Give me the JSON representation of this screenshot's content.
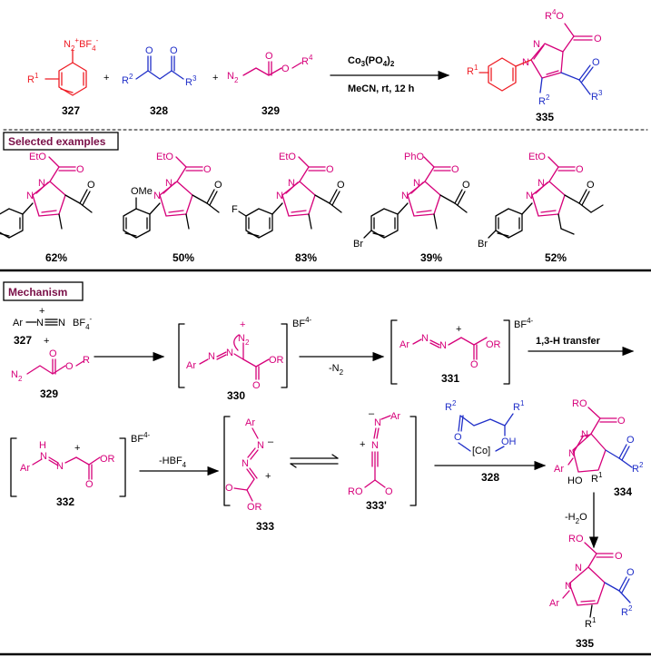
{
  "reaction": {
    "reagent_1_label": "327",
    "reagent_2_label": "328",
    "reagent_3_label": "329",
    "product_label": "335",
    "plus": "+",
    "catalyst": "Co3(PO4)2",
    "conditions": "MeCN, rt, 12 h"
  },
  "examples": {
    "heading": "Selected examples",
    "items": [
      {
        "ester": "EtO",
        "aryl_sub": "",
        "alkyl": "",
        "yield": "62%"
      },
      {
        "ester": "EtO",
        "aryl_sub": "OMe",
        "alkyl": "",
        "yield": "50%"
      },
      {
        "ester": "EtO",
        "aryl_sub": "F",
        "alkyl": "",
        "yield": "83%"
      },
      {
        "ester": "PhO",
        "aryl_sub": "Br",
        "alkyl": "",
        "yield": "39%"
      },
      {
        "ester": "EtO",
        "aryl_sub": "Br",
        "alkyl": "",
        "yield": "52%"
      }
    ]
  },
  "mechanism": {
    "heading": "Mechanism",
    "diazonium": "Ar",
    "counterion": "BF4-",
    "label_327": "327",
    "plus": "+",
    "label_329": "329",
    "label_330": "330",
    "label_331": "331",
    "label_332": "332",
    "label_333": "333",
    "label_333p": "333'",
    "label_334": "334",
    "label_335": "335",
    "label_328": "328",
    "step_n2": "-N2",
    "step_h": "1,3-H transfer",
    "step_hbf4": "-HBF4",
    "step_h2o": "-H2O",
    "cobalt": "[Co]"
  },
  "colors": {
    "magenta": "#d6007a",
    "blue": "#1f2ec8",
    "red": "#ee1c24",
    "heading": "#7a1048"
  }
}
